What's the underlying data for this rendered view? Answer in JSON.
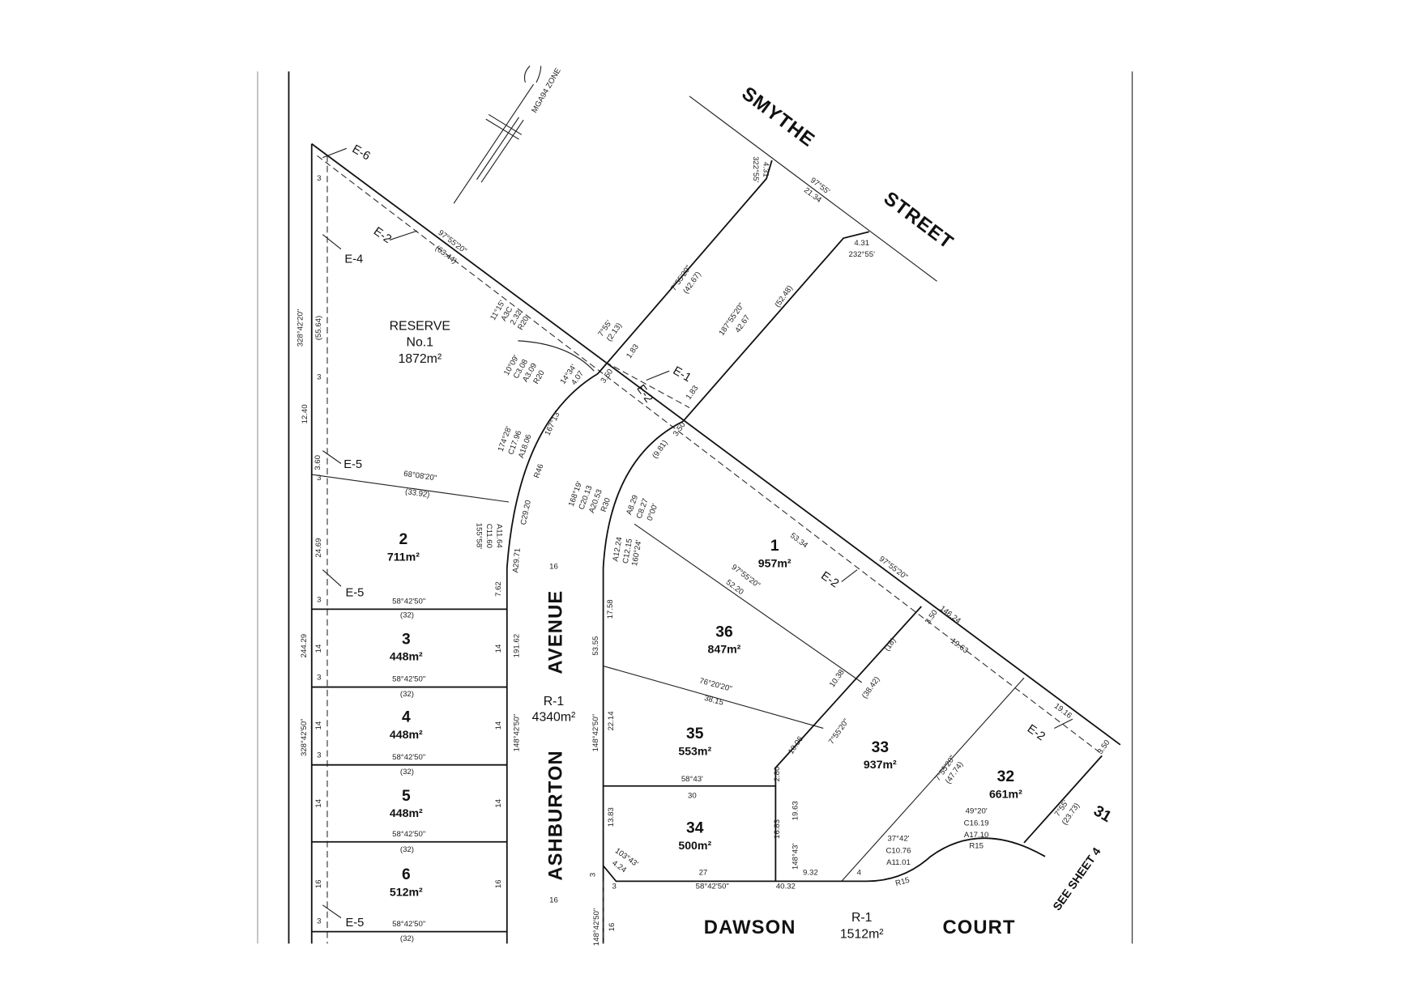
{
  "streets": {
    "smythe": "SMYTHE",
    "street": "STREET",
    "ashburton": "ASHBURTON",
    "avenue": "AVENUE",
    "dawson": "DAWSON",
    "court": "COURT"
  },
  "reserve": {
    "title": "RESERVE",
    "number": "No.1",
    "area": "1872m²"
  },
  "roads": {
    "ashburton": {
      "label": "R-1",
      "area": "4340m²"
    },
    "dawson": {
      "label": "R-1",
      "area": "1512m²"
    }
  },
  "north": {
    "zone": "MGA94 ZONE"
  },
  "lot31": "31",
  "see_sheet": "SEE SHEET 4",
  "lots": [
    {
      "number": "2",
      "area": "711m²"
    },
    {
      "number": "3",
      "area": "448m²"
    },
    {
      "number": "4",
      "area": "448m²"
    },
    {
      "number": "5",
      "area": "448m²"
    },
    {
      "number": "6",
      "area": "512m²"
    },
    {
      "number": "1",
      "area": "957m²"
    },
    {
      "number": "36",
      "area": "847m²"
    },
    {
      "number": "35",
      "area": "553m²"
    },
    {
      "number": "34",
      "area": "500m²"
    },
    {
      "number": "33",
      "area": "937m²"
    },
    {
      "number": "32",
      "area": "661m²"
    }
  ],
  "easements": {
    "e6": "E-6",
    "e2a": "E-2",
    "e4": "E-4",
    "e5a": "E-5",
    "e5b": "E-5",
    "e5c": "E-5",
    "e1": "E-1",
    "e2b": "E-2",
    "e2c": "E-2",
    "e2d": "E-2"
  },
  "dimensions": {
    "a1": "97°55'20\"",
    "a2": "(63.44)",
    "a3": "328°42'20\"",
    "a4": "(55.64)",
    "a5": "12.40",
    "a6": "3.60",
    "a7": "68°08'20\"",
    "a8": "(33.92)",
    "a9": "24.69",
    "a10": "7.62",
    "b1": "58°42'50\"",
    "b2": "(32)",
    "b3": "58°42'50\"",
    "b4": "(32)",
    "b5": "58°42'50\"",
    "b6": "(32)",
    "b7": "58°42'50\"",
    "b8": "(32)",
    "b9": "58°42'50\"",
    "b10": "(32)",
    "c1": "14",
    "c2": "14",
    "c3": "14",
    "c4": "14",
    "c5": "14",
    "c6": "14",
    "c7": "16",
    "c8": "16",
    "c9": "244.29",
    "c10": "328°42'50\"",
    "c11": "191.62",
    "c12": "148°42'50\"",
    "c13": "16",
    "c14": "16",
    "d1": "174°28'",
    "d2": "C17.96",
    "d3": "A18.06",
    "d4": "R46",
    "d5": "167°13'",
    "d6": "C29.20",
    "d7": "A29.71",
    "d8": "155°58'",
    "d9": "C11.60",
    "d10": "A11.64",
    "e1": "10°09'",
    "e2": "C3.08",
    "e3": "A3.09",
    "e4": "R20",
    "e5": "11°15'",
    "e6": "A3C",
    "e7": "2.32",
    "e8": "R20",
    "e9": "14°34'",
    "e10": "4.07",
    "f1": "7°55'",
    "f2": "(2.13)",
    "f3": "1.83",
    "f4": "3.50",
    "f5": "1.83",
    "f6": "3.50",
    "g1": "7°55'20\"",
    "g2": "(42.67)",
    "g3": "4.31",
    "g4": "322°55'",
    "g5": "97°55'",
    "g6": "21.34",
    "g7": "4.31",
    "g8": "232°55'",
    "g9": "187°55'20\"",
    "g10": "42.67",
    "g11": "(52.48)",
    "g12": "(9.81)",
    "h1": "168°19'",
    "h2": "C20.13",
    "h3": "A20.53",
    "h4": "R30",
    "h5": "A8.29",
    "h6": "C8.27",
    "h7": "0°00'",
    "h8": "A12.24",
    "h9": "C12.15",
    "h10": "160°24'",
    "i1": "53.34",
    "i2": "97°55'20\"",
    "i3": "146.24",
    "i4": "19.63",
    "i5": "19.16",
    "i6": "3.50",
    "i7": "3.50",
    "j1": "97°55'20\"",
    "j2": "52.20",
    "j3": "(18)",
    "j4": "(38.42)",
    "j5": "10.38",
    "j6": "10.06",
    "j7": "7°55'20\"",
    "k1": "17.58",
    "k2": "53.55",
    "k3": "22.14",
    "k4": "148°42'50\"",
    "k5": "76°20'20\"",
    "k6": "38.15",
    "l1": "58°43'",
    "l2": "30",
    "l3": "2.80",
    "l4": "19.63",
    "l5": "16.83",
    "l6": "148°43'",
    "l7": "13.83",
    "l8": "103°43'",
    "l9": "4.24",
    "m1": "27",
    "m2": "58°42'50\"",
    "m3": "40.32",
    "m4": "9.32",
    "m5": "4",
    "m6": "R15",
    "m7": "37°42'",
    "m8": "C10.76",
    "m9": "A11.01",
    "m10": "49°20'",
    "m11": "C16.19",
    "m12": "A17.10",
    "m13": "R15",
    "n1": "7°55'20\"",
    "n2": "(47.74)",
    "n3": "7°55'",
    "n4": "(23.73)",
    "o1": "3",
    "o2": "3",
    "o3": "16",
    "o4": "148°42'50\"",
    "o5": "3",
    "o6": "3",
    "o7": "3",
    "o8": "3",
    "o9": "3",
    "o10": "3",
    "o11": "3"
  }
}
